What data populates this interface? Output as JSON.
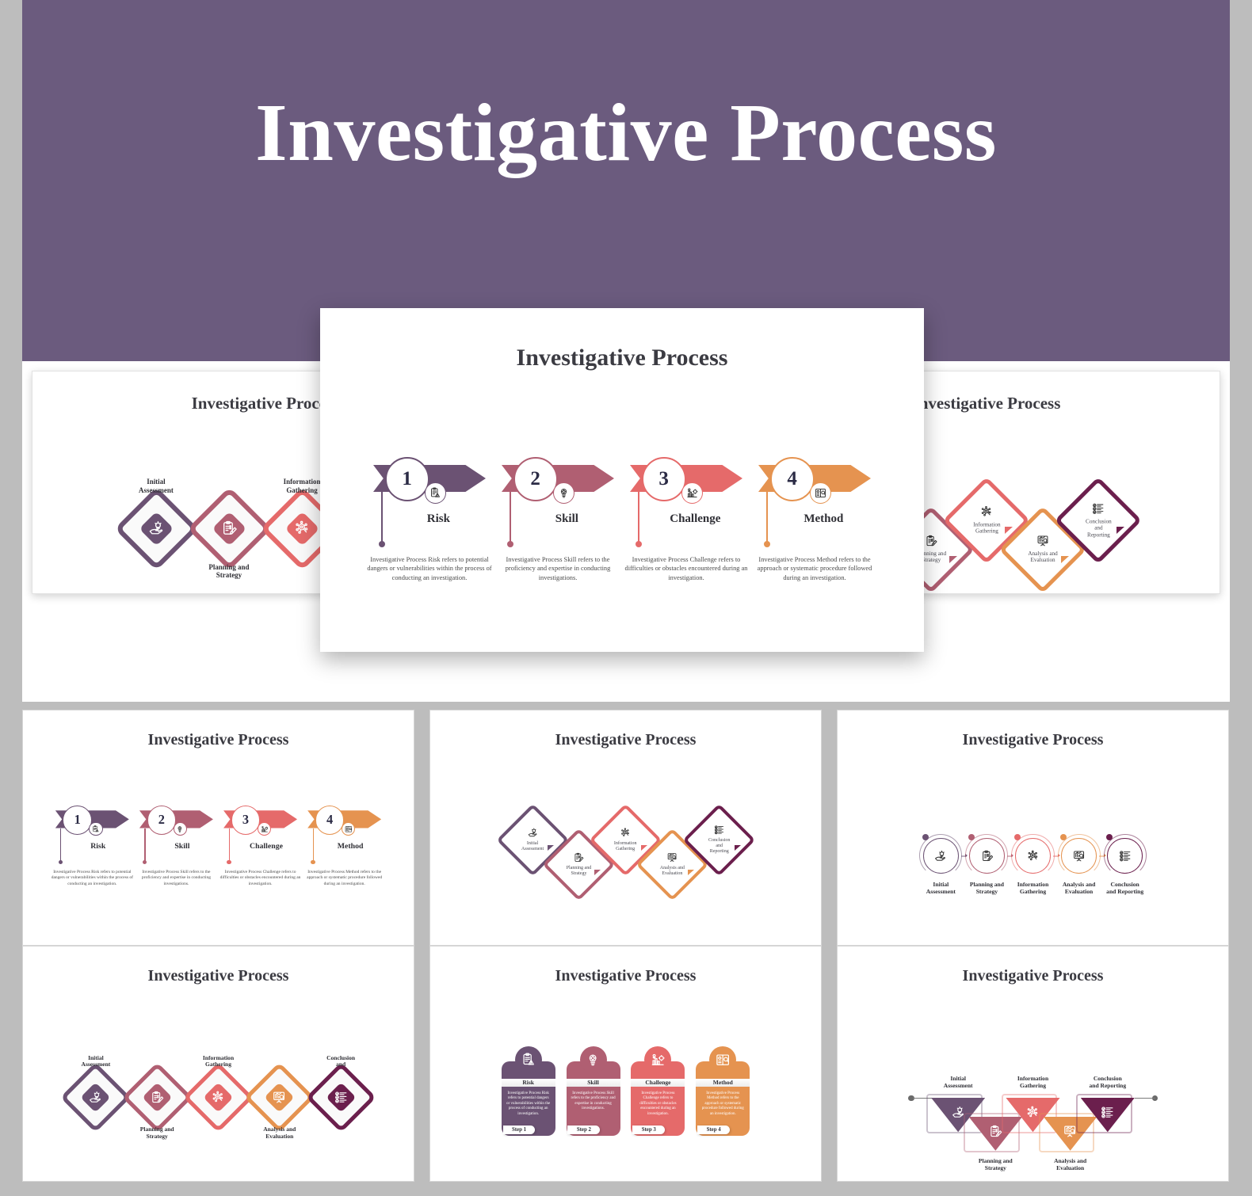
{
  "hero": {
    "title": "Investigative Process",
    "background_color": "#6b5b7e",
    "text_color": "#ffffff"
  },
  "page": {
    "background_color": "#bdbdbd",
    "slide_title": "Investigative Process"
  },
  "palette": {
    "purple": "#6b5273",
    "rose": "#b05f72",
    "coral": "#e56a6a",
    "orange": "#e59350",
    "maroon": "#6b1f4d",
    "title_color": "#3b3b42"
  },
  "numbered_steps": [
    {
      "number": "1",
      "label": "Risk",
      "description": "Investigative Process Risk refers to potential dangers or vulnerabilities within the process of conducting an investigation.",
      "step_tag": "Step 1",
      "color": "#6b5273",
      "icon": "clipboard-warning-icon"
    },
    {
      "number": "2",
      "label": "Skill",
      "description": "Investigative Process Skill refers to the proficiency and expertise in conducting investigations.",
      "step_tag": "Step 2",
      "color": "#b05f72",
      "icon": "lightbulb-gear-icon"
    },
    {
      "number": "3",
      "label": "Challenge",
      "description": "Investigative Process Challenge refers to difficulties or obstacles encountered during an investigation.",
      "step_tag": "Step 3",
      "color": "#e56a6a",
      "icon": "bar-chart-person-icon"
    },
    {
      "number": "4",
      "label": "Method",
      "description": "Investigative Process Method refers to the approach or systematic procedure followed during an investigation.",
      "step_tag": "Step 4",
      "color": "#e59350",
      "icon": "book-search-icon"
    }
  ],
  "phases": [
    {
      "label": "Initial Assessment",
      "line1": "Initial",
      "line2": "Assessment",
      "line3": "",
      "color": "#6b5273",
      "icon": "hand-idea-icon"
    },
    {
      "label": "Planning and Strategy",
      "line1": "Planning and",
      "line2": "Strategy",
      "line3": "",
      "color": "#b05f72",
      "icon": "clipboard-pencil-icon"
    },
    {
      "label": "Information Gathering",
      "line1": "Information",
      "line2": "Gathering",
      "line3": "",
      "color": "#e56a6a",
      "icon": "magnifier-network-icon"
    },
    {
      "label": "Analysis and Evaluation",
      "line1": "Analysis and",
      "line2": "Evaluation",
      "line3": "",
      "color": "#e59350",
      "icon": "chart-board-search-icon"
    },
    {
      "label": "Conclusion and Reporting",
      "line1": "Conclusion",
      "line2": "and",
      "line3": "Reporting",
      "color": "#6b1f4d",
      "icon": "checklist-icon"
    }
  ],
  "slides": {
    "back_left": {
      "title": "Investigative Process",
      "layout": "diamond-chain-4"
    },
    "featured": {
      "title": "Investigative Process",
      "layout": "numbered-arrows"
    },
    "back_right": {
      "title": "Investigative Process",
      "layout": "speech-diamonds"
    },
    "thumb_1": {
      "title": "Investigative Process",
      "layout": "numbered-arrows"
    },
    "thumb_2": {
      "title": "Investigative Process",
      "layout": "speech-diamonds"
    },
    "thumb_3": {
      "title": "Investigative Process",
      "layout": "circle-process"
    },
    "thumb_4": {
      "title": "Investigative Process",
      "layout": "diamond-chain-5"
    },
    "thumb_5": {
      "title": "Investigative Process",
      "layout": "step-cards"
    },
    "thumb_6": {
      "title": "Investigative Process",
      "layout": "triangle-zigzag"
    }
  }
}
